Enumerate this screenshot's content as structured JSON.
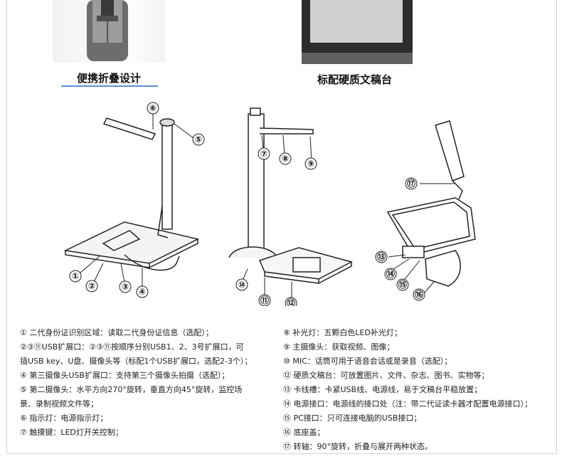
{
  "captions": {
    "left": "便携折叠设计",
    "right": "标配硬质文稿台"
  },
  "callouts": [
    "⑥",
    "⑤",
    "①",
    "②",
    "③",
    "④",
    "⑦",
    "⑧",
    "⑨",
    "⑩",
    "⑪",
    "⑫",
    "⑰",
    "⑬",
    "⑭",
    "⑮",
    "⑯"
  ],
  "legend_left": [
    "① 二代身份证识别区域：读取二代身份证信息（选配）；",
    "②③⑪USB扩展口：②③⑪按顺序分别USB1、2、3号扩展口，可",
    "插USB key、U盘、摄像头等（标配1个USB扩展口，选配2-3个）；",
    "④ 第三摄像头USB扩展口：支持第三个摄像头拍摄（选配）；",
    "⑤ 第二摄像头：水平方向270°旋转，垂直方向45°旋转，监控场",
    "景、录制视频文件等；",
    "⑥ 指示灯：电源指示灯；",
    "⑦ 触摸键：LED灯开关控制；"
  ],
  "legend_right": [
    "⑧ 补光灯：五颗白色LED补光灯；",
    "⑨ 主摄像头：获取视频、图像；",
    "⑩ MIC：话筒可用于语音会话或是录音（选配）；",
    "⑫ 硬质文稿台：可放置图片、文件、杂志、图书、实物等；",
    "⑬ 卡线槽：卡紧USB线、电源线，易于文稿台平稳放置；",
    "⑭ 电源接口：电源线的接口处（注：带二代证读卡器才配置电源接口）；",
    "⑮ PC接口：只可连接电脑的USB接口；",
    "⑯ 底座盖；",
    "⑰ 转轴：90°旋转，折叠与展开两种状态。"
  ],
  "colors": {
    "accent": "#5a8fd8",
    "line": "#222222"
  }
}
